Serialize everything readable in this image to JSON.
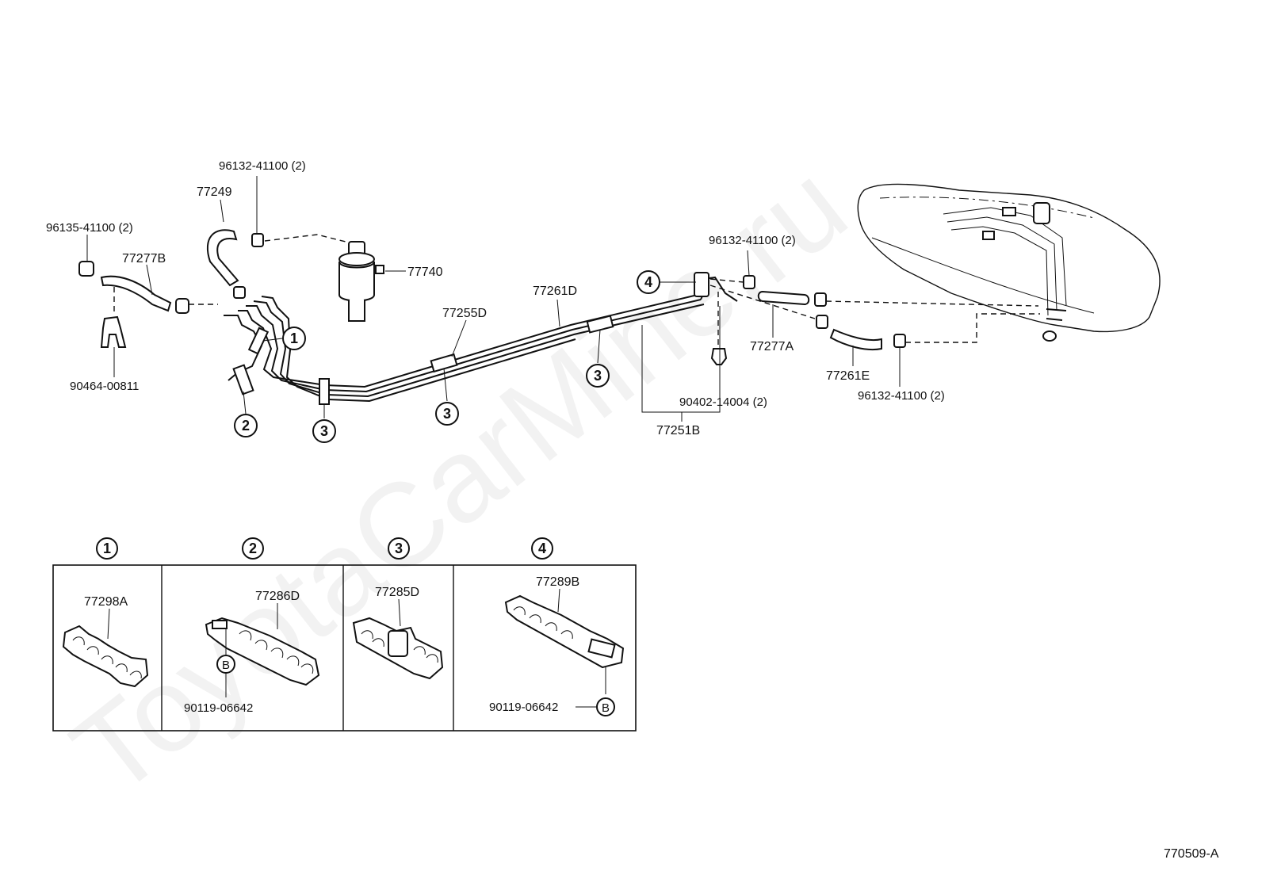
{
  "watermark": "ToyotaCarMine.ru",
  "diagram_code": "770509-A",
  "main": {
    "labels": {
      "l_96132_top": "96132-41100 (2)",
      "l_77249": "77249",
      "l_96135": "96135-41100 (2)",
      "l_77277B": "77277B",
      "l_77740": "77740",
      "l_90464": "90464-00811",
      "l_77255D": "77255D",
      "l_77261D": "77261D",
      "l_96132_right": "96132-41100 (2)",
      "l_77277A": "77277A",
      "l_77261E": "77261E",
      "l_96132_bottom": "96132-41100 (2)",
      "l_90402": "90402-14004 (2)",
      "l_77251B": "77251B"
    },
    "callouts": {
      "c1": "1",
      "c2": "2",
      "c3a": "3",
      "c3b": "3",
      "c3c": "3",
      "c4": "4"
    }
  },
  "detail_panel": {
    "headers": [
      "1",
      "2",
      "3",
      "4"
    ],
    "cells": [
      {
        "parts": [
          "77298A"
        ]
      },
      {
        "parts": [
          "77286D",
          "90119-06642"
        ],
        "marker": "B"
      },
      {
        "parts": [
          "77285D"
        ]
      },
      {
        "parts": [
          "77289B",
          "90119-06642"
        ],
        "marker": "B"
      }
    ]
  }
}
